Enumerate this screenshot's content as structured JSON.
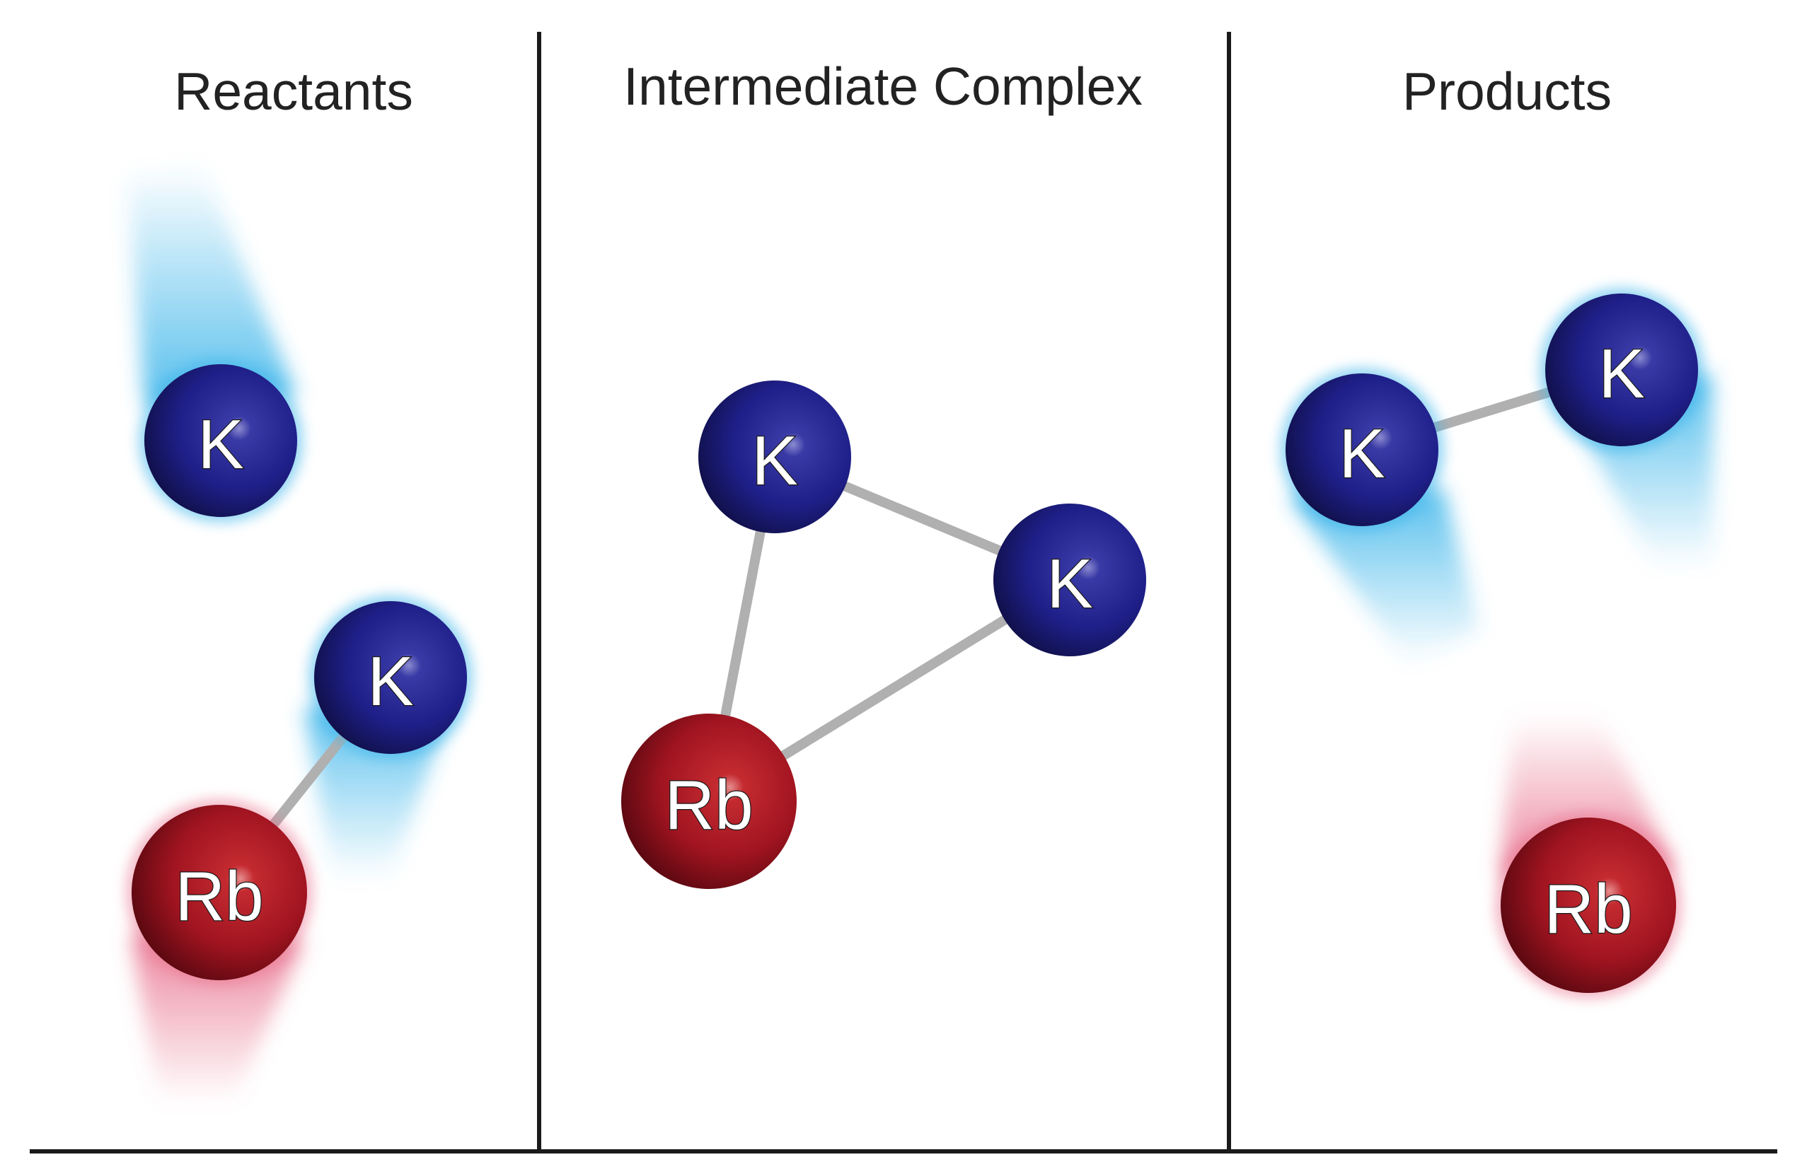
{
  "panels": [
    {
      "id": "reactants",
      "title": "Reactants"
    },
    {
      "id": "intermediate",
      "title": "Intermediate Complex"
    },
    {
      "id": "products",
      "title": "Products"
    }
  ],
  "atoms": {
    "potassium": {
      "label": "K",
      "color": "#1f1f8a",
      "glow_color": "#3ab4ea"
    },
    "rubidium": {
      "label": "Rb",
      "color": "#a01420",
      "glow_color": "#e8708c"
    }
  },
  "bond_color": "#b0b0b0",
  "divider_color": "#1a1a1a"
}
